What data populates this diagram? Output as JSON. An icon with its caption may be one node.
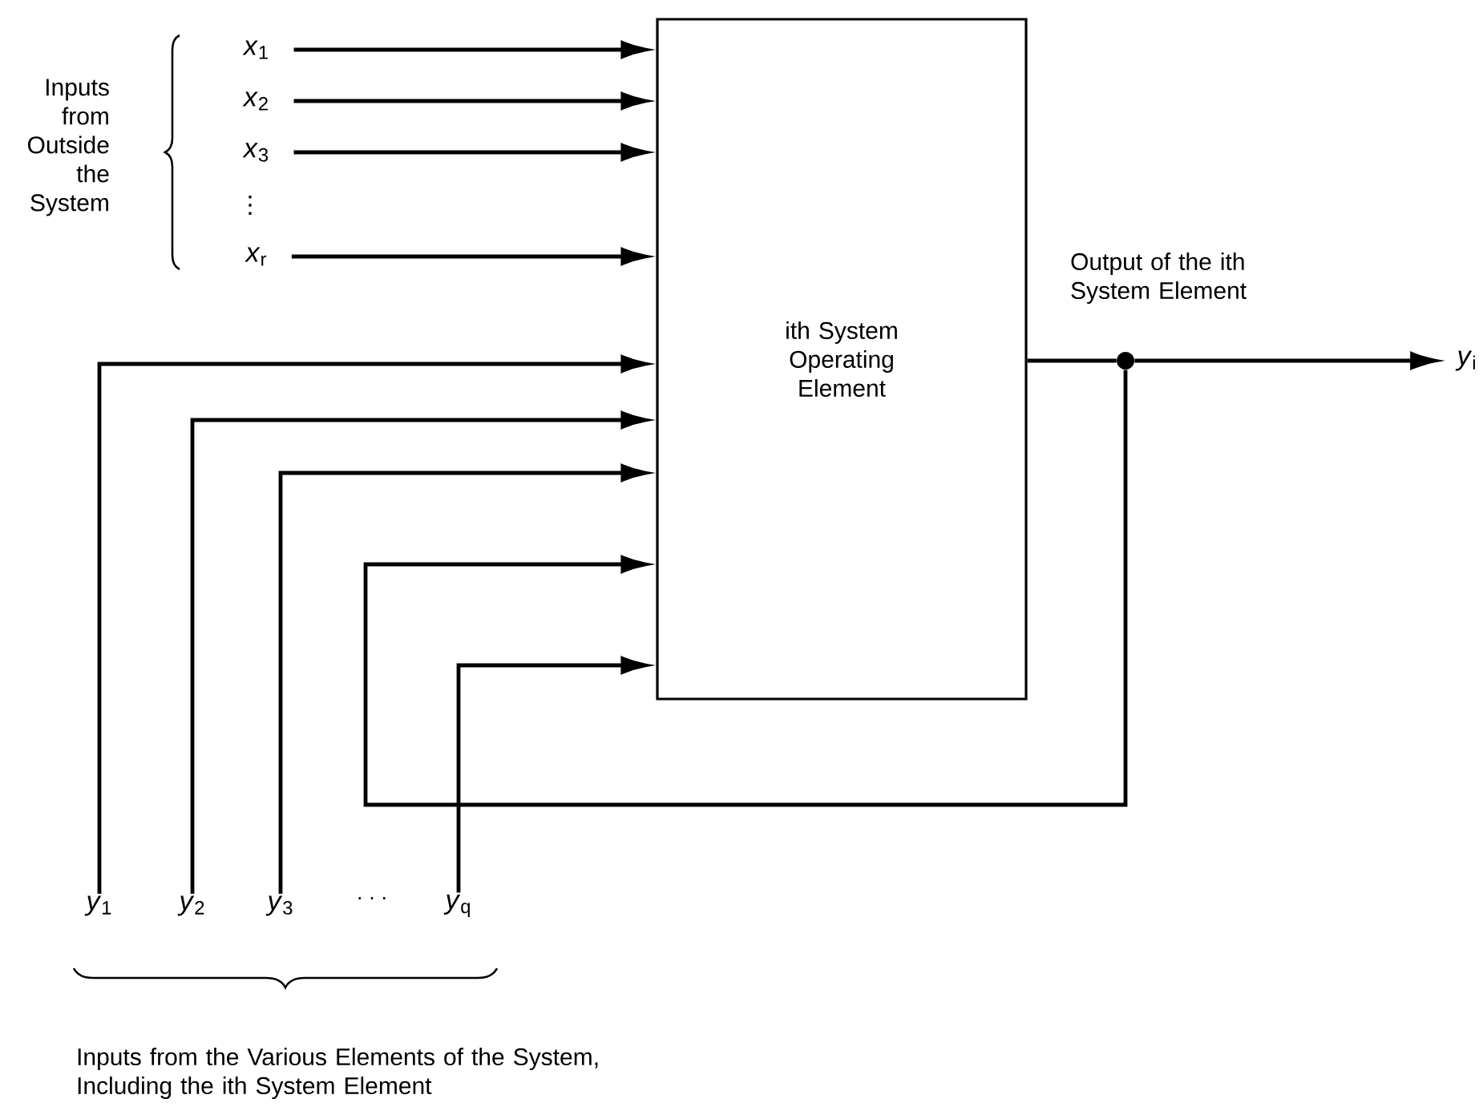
{
  "diagram": {
    "nodes": [
      {
        "text": [
          "ith System Operating Element"
        ]
      },
      {
        "text": [
          "*x*$_{1}$"
        ]
      },
      {
        "text": [
          "*x*$_{2}$"
        ]
      },
      {
        "text": [
          "*x*$_{3}$"
        ]
      },
      {
        "text": [
          "*x*$_{r}$"
        ]
      },
      {
        "text": [
          "*y*$_{1}$"
        ]
      },
      {
        "text": [
          "*y*$_{2}$"
        ]
      },
      {
        "text": [
          "*y*$_{3}$"
        ]
      },
      {
        "text": [
          "*y*$_{q}$"
        ]
      },
      {
        "text": [
          "*y*$_{i}$"
        ]
      },
      {
        "text": [],
        "shape": "circle"
      }
    ],
    "edges": [
      {
        "from": 1,
        "to": 0,
        "arrow": "to"
      },
      {
        "from": 2,
        "to": 0,
        "arrow": "to"
      },
      {
        "from": 3,
        "to": 0,
        "arrow": "to"
      },
      {
        "from": 4,
        "to": 0,
        "arrow": "to"
      },
      {
        "from": 5,
        "to": 0,
        "arrow": "to"
      },
      {
        "from": 6,
        "to": 0,
        "arrow": "to"
      },
      {
        "from": 7,
        "to": 0,
        "arrow": "to"
      },
      {
        "from": 8,
        "to": 0,
        "arrow": "to"
      },
      {
        "from": 0,
        "to": 10,
        "arrow": "none"
      },
      {
        "from": 10,
        "to": 9,
        "arrow": "to"
      },
      {
        "from": 10,
        "to": 0,
        "arrow": "to"
      }
    ],
    "labels": [
      "Inputs from Outside the System",
      "⋮",
      "Output of the ith System Element",
      "· · ·",
      "Inputs from the Various Elements of the System, Including the ith System Element"
    ]
  }
}
